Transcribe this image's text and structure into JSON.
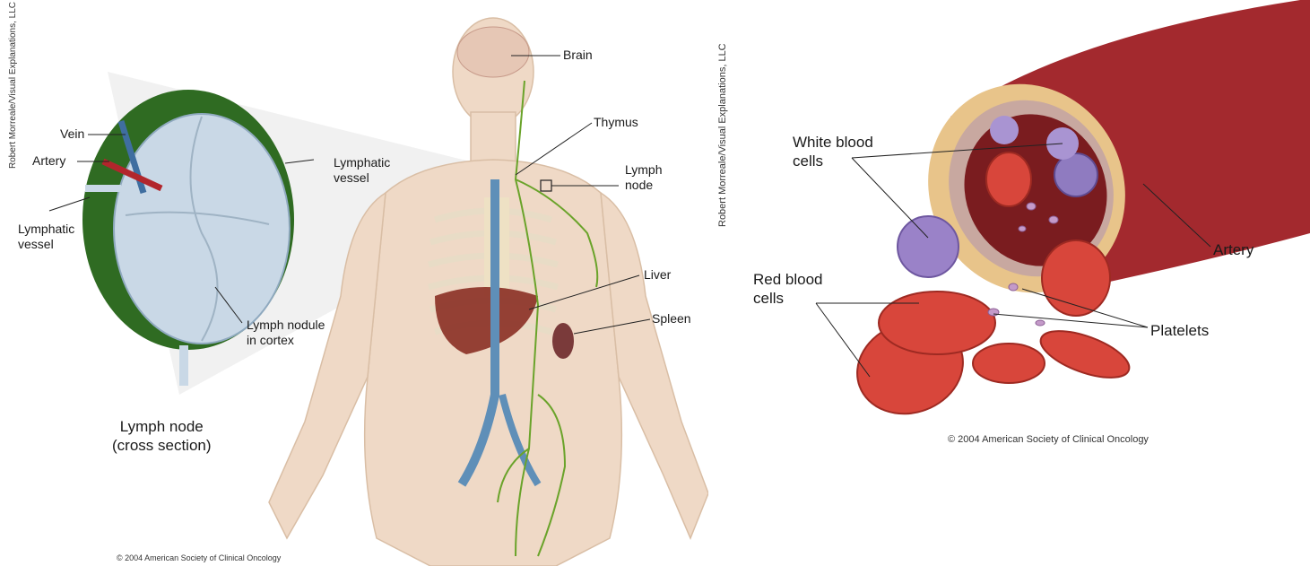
{
  "left_figure": {
    "credit": "Robert Morreale/Visual Explanations, LLC",
    "copyright": "© 2004 American Society of Clinical Oncology",
    "labels": {
      "brain": "Brain",
      "thymus": "Thymus",
      "lymph_node": "Lymph\nnode",
      "liver": "Liver",
      "spleen": "Spleen",
      "vein": "Vein",
      "artery": "Artery",
      "lymphatic_vessel_out": "Lymphatic\nvessel",
      "lymphatic_vessel_in": "Lymphatic\nvessel",
      "lymph_nodule": "Lymph nodule\nin cortex",
      "cross_section": "Lymph node\n(cross section)"
    }
  },
  "right_figure": {
    "credit": "Robert Morreale/Visual Explanations, LLC",
    "copyright": "© 2004 American Society of Clinical Oncology",
    "labels": {
      "white_blood_cells": "White blood\ncells",
      "red_blood_cells": "Red blood\ncells",
      "artery": "Artery",
      "platelets": "Platelets"
    }
  },
  "colors": {
    "skin": "#efd9c6",
    "bone": "#f3ebdc",
    "lymph_green": "#6aa32a",
    "vein_blue": "#5f8fb8",
    "artery_red": "#b2262c",
    "liver": "#8a2f24",
    "node_outer": "#2f6b22",
    "node_inner": "#c9d8e6",
    "wbc_purple": "#9a82c8",
    "rbc_red": "#d8463b"
  }
}
